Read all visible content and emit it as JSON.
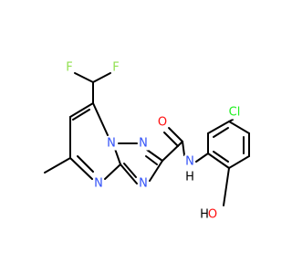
{
  "molecule": {
    "colors": {
      "bond": "#000000",
      "carbon": "#000000",
      "nitrogen": "#3050F8",
      "oxygen": "#FF0D0D",
      "fluorine": "#90E050",
      "chlorine": "#1FF01F",
      "hydrogen": "#000000"
    },
    "atoms": [
      {
        "label": "F",
        "element": "fluorine"
      },
      {
        "label": "F",
        "element": "fluorine"
      },
      {
        "label": "N",
        "element": "nitrogen"
      },
      {
        "label": "N",
        "element": "nitrogen"
      },
      {
        "label": "N",
        "element": "nitrogen"
      },
      {
        "label": "N",
        "element": "nitrogen"
      },
      {
        "label": "O",
        "element": "oxygen"
      },
      {
        "label": "N",
        "element": "nitrogen"
      },
      {
        "label": "H",
        "element": "hydrogen"
      },
      {
        "label": "Cl",
        "element": "chlorine"
      },
      {
        "label": "H",
        "element": "hydrogen"
      },
      {
        "label": "O",
        "element": "oxygen"
      }
    ]
  }
}
